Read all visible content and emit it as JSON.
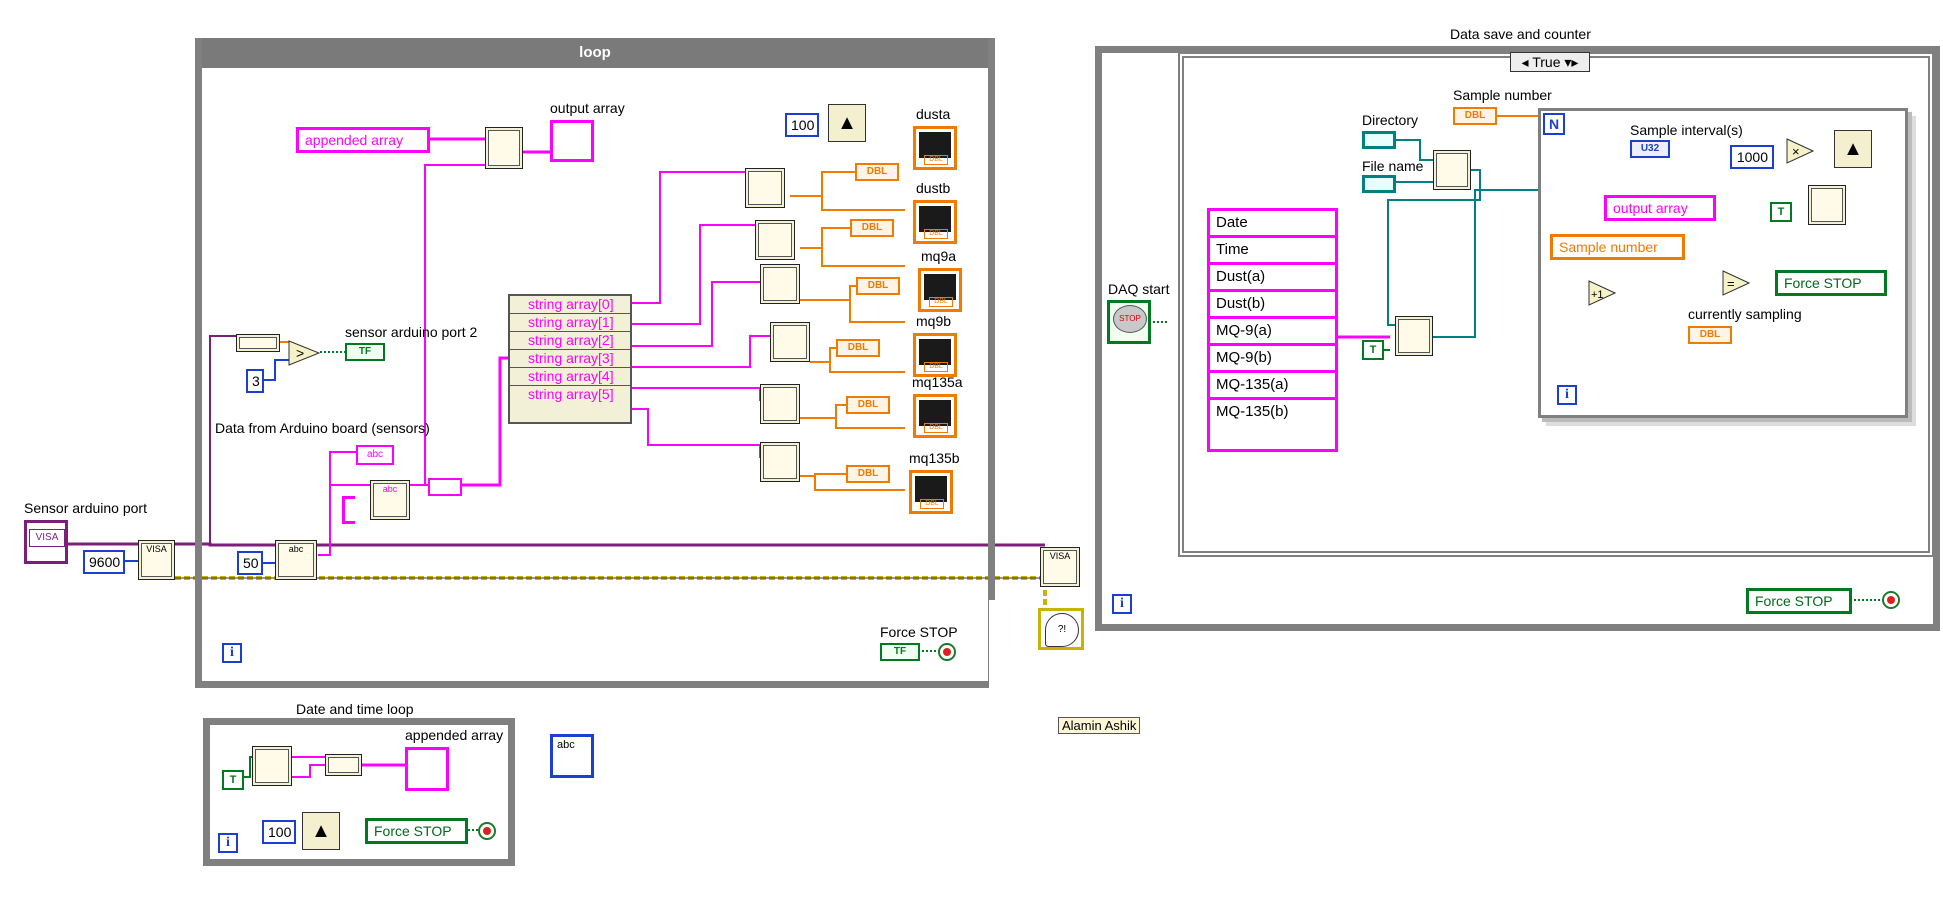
{
  "loops": {
    "main_title": "loop",
    "date_time_title": "Date and time loop",
    "case_title": "Data save and counter",
    "case_selector": "True"
  },
  "labels": {
    "sensor_port": "Sensor arduino port",
    "sensor_port2": "sensor arduino port 2",
    "data_from_arduino": "Data from Arduino board (sensors)",
    "output_array": "output array",
    "appended_array": "appended array",
    "force_stop": "Force STOP",
    "daq_start": "DAQ start",
    "directory": "Directory",
    "file_name": "File name",
    "sample_number": "Sample number",
    "sample_interval": "Sample interval(s)",
    "currently_sampling": "currently sampling",
    "author": "Alamin Ashik"
  },
  "constants": {
    "baud": "9600",
    "bytes": "50",
    "wait_ms": "100",
    "compare": "3",
    "wait_dt": "100",
    "interval_ms": "1000",
    "increment": "+1"
  },
  "local_vars": {
    "appended_array": "appended array",
    "output_array": "output array",
    "sample_number": "Sample number",
    "force_stop_1": "Force STOP",
    "force_stop_2": "Force STOP",
    "force_stop_3": "Force STOP"
  },
  "string_array": [
    "string array[0]",
    "string array[1]",
    "string array[2]",
    "string array[3]",
    "string array[4]",
    "string array[5]"
  ],
  "charts": [
    "dusta",
    "dustb",
    "mq9a",
    "mq9b",
    "mq135a",
    "mq135b"
  ],
  "header_array": [
    "Date",
    "Time",
    "Dust(a)",
    "Dust(b)",
    "MQ-9(a)",
    "MQ-9(b)",
    "MQ-135(a)",
    "MQ-135(b)"
  ],
  "terminal_types": {
    "dbl": "DBL",
    "u32": "U32",
    "tf": "TF",
    "abc": "abc",
    "iter": "i",
    "count": "N",
    "stop": "STOP",
    "true_const": "T",
    "visa": "VISA"
  },
  "colors": {
    "string_wire": "#ff00ff",
    "numeric_wire": "#f07b00",
    "int_wire": "#1b3fd0",
    "bool_wire": "#007a20",
    "path_wire": "#00807f",
    "visa_wire": "#7a1f7a",
    "error_wire": "#c8b400"
  }
}
